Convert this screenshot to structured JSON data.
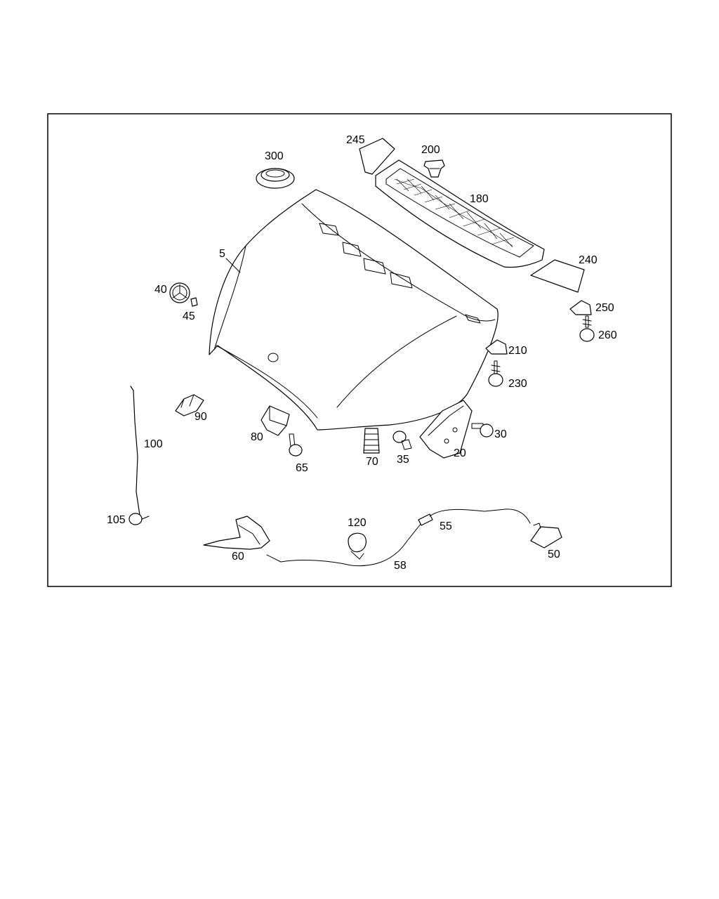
{
  "callouts": {
    "c5": "5",
    "c20": "20",
    "c30": "30",
    "c35": "35",
    "c40": "40",
    "c45": "45",
    "c50": "50",
    "c55": "55",
    "c58": "58",
    "c60": "60",
    "c65": "65",
    "c70": "70",
    "c80": "80",
    "c90": "90",
    "c100": "100",
    "c105": "105",
    "c120": "120",
    "c180": "180",
    "c200": "200",
    "c210": "210",
    "c230": "230",
    "c240": "240",
    "c245": "245",
    "c250": "250",
    "c260": "260",
    "c300": "300"
  }
}
